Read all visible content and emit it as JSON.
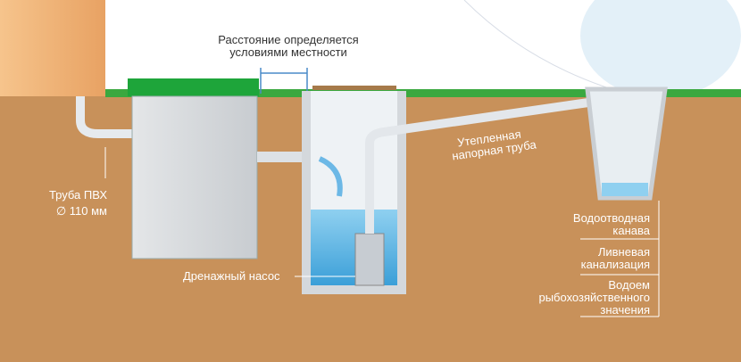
{
  "labels": {
    "distance": [
      "Расстояние определяется",
      "условиями местности"
    ],
    "pvc_pipe": [
      "Труба ПВХ",
      "∅ 110 мм"
    ],
    "pressure_pipe": [
      "Утепленная",
      "напорная труба"
    ],
    "pump": "Дренажный насос",
    "outlets": [
      [
        "Водоотводная",
        "канава"
      ],
      [
        "Ливневая",
        "канализация"
      ],
      [
        "Водоем",
        "рыбохозяйственного",
        "значения"
      ]
    ]
  },
  "colors": {
    "ground": "#c8915a",
    "grass": "#2fa33a",
    "water": "#7cc4ea",
    "concrete": "#d4d8dc"
  }
}
